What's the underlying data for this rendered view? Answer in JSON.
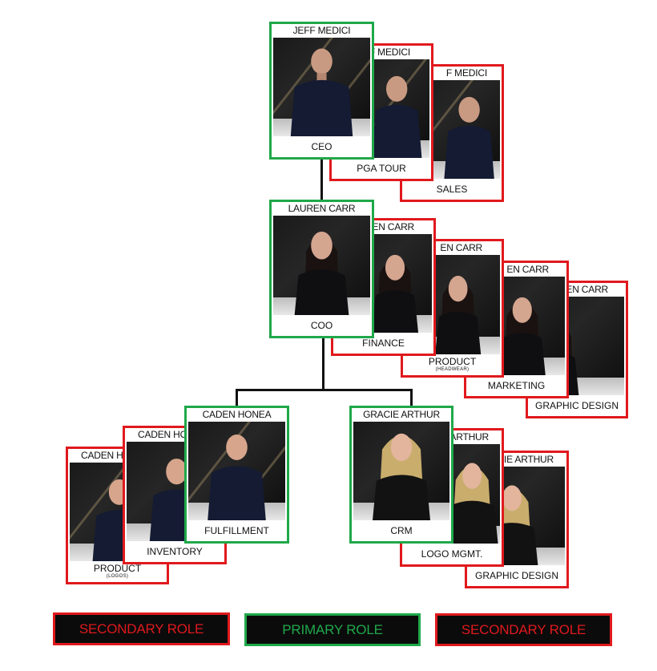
{
  "colors": {
    "primary": "#1fa84a",
    "secondary": "#e0191d"
  },
  "people": {
    "jeff": "JEFF MEDICI",
    "jeff_cropped": "F MEDICI",
    "lauren": "LAUREN CARR",
    "lauren_cropped": "EN CARR",
    "caden": "CADEN HONEA",
    "caden_cropped": "CADEN HO",
    "gracie": "GRACIE ARTHUR",
    "gracie_cropped": "ARTHUR"
  },
  "roles": {
    "ceo": "CEO",
    "pga_tour": "PGA TOUR",
    "sales": "SALES",
    "coo": "COO",
    "finance": "FINANCE",
    "product": "PRODUCT",
    "headwear": "(HEADWEAR)",
    "marketing": "MARKETING",
    "graphic_design": "GRAPHIC DESIGN",
    "fulfillment": "FULFILLMENT",
    "inventory": "INVENTORY",
    "logos": "(LOGOS)",
    "crm": "CRM",
    "logo_mgmt": "LOGO MGMT."
  },
  "legend": {
    "secondary_left": "SECONDARY ROLE",
    "primary": "PRIMARY ROLE",
    "secondary_right": "SECONDARY ROLE"
  }
}
